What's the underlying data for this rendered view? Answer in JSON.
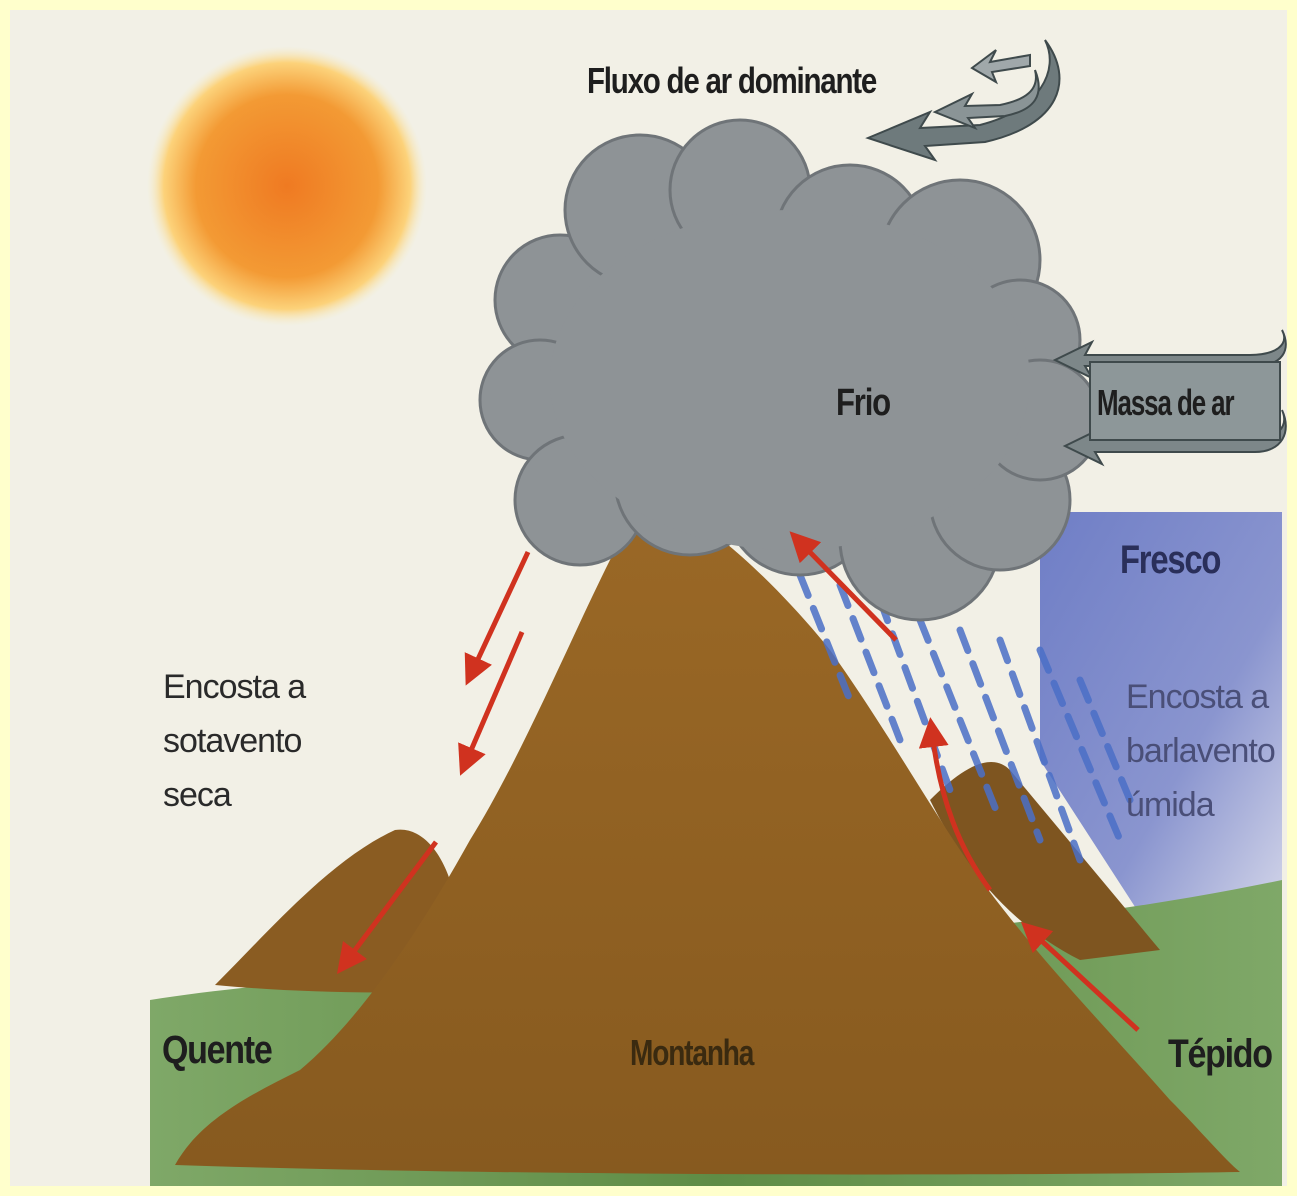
{
  "labels": {
    "airflow": "Fluxo de ar dominante",
    "cold": "Frio",
    "air_mass": "Massa de ar",
    "cool": "Fresco",
    "leeward_line1": "Encosta a",
    "leeward_line2": "sotavento",
    "leeward_line3": "seca",
    "windward_line1": "Encosta a",
    "windward_line2": "barlavento",
    "windward_line3": "úmida",
    "hot": "Quente",
    "mountain": "Montanha",
    "warm": "Tépido"
  },
  "colors": {
    "page_border": "#ffffcc",
    "sky": "#f2f0e6",
    "sun": "#f08a2a",
    "cloud": "#8e9396",
    "humid_zone": "#7a86c8",
    "mountain": "#8b5e23",
    "grass": "#6f9a55",
    "flow_arrow": "#d0321f",
    "wind_arrow": "#6e7a7c"
  }
}
